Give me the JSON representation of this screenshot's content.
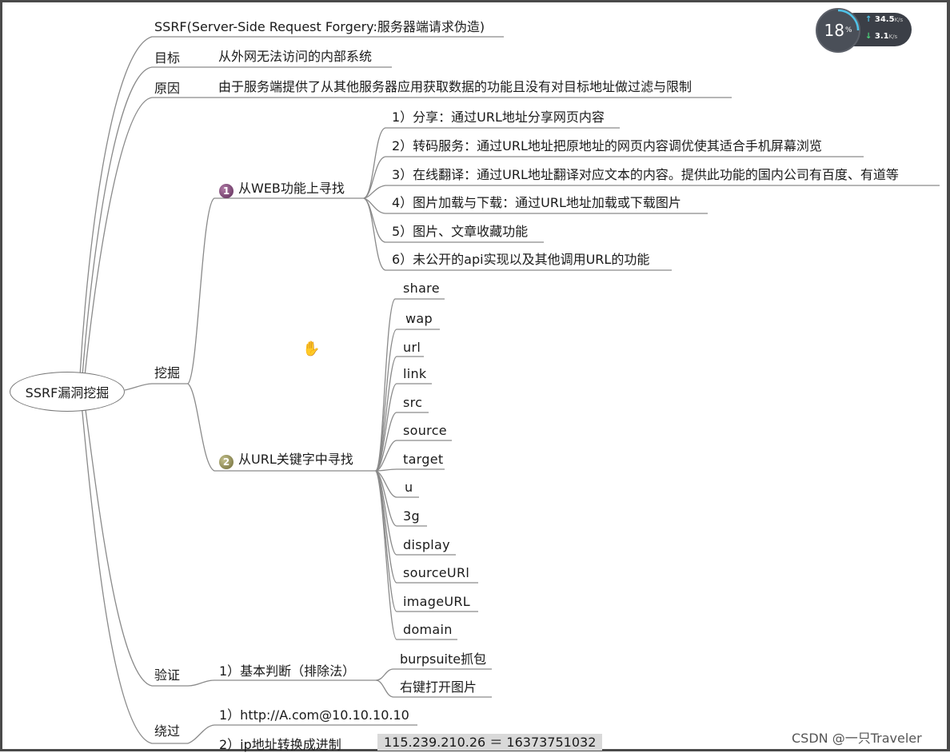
{
  "root": "SSRF漏洞挖掘",
  "top": {
    "definition": "SSRF(Server-Side Request Forgery:服务器端请求伪造)",
    "goal_label": "目标",
    "goal_text": "从外网无法访问的内部系统",
    "cause_label": "原因",
    "cause_text": "由于服务端提供了从其他服务器应用获取数据的功能且没有对目标地址做过滤与限制"
  },
  "mining": {
    "label": "挖掘",
    "web": {
      "marker": "1",
      "label": "从WEB功能上寻找",
      "items": [
        "1）分享：通过URL地址分享网页内容",
        "2）转码服务：通过URL地址把原地址的网页内容调优使其适合手机屏幕浏览",
        "3）在线翻译：通过URL地址翻译对应文本的内容。提供此功能的国内公司有百度、有道等",
        "4）图片加载与下载：通过URL地址加载或下载图片",
        "5）图片、文章收藏功能",
        "6）未公开的api实现以及其他调用URL的功能"
      ]
    },
    "url": {
      "marker": "2",
      "label": "从URL关键字中寻找",
      "keywords": [
        "share",
        "wap",
        "url",
        "link",
        "src",
        "source",
        "target",
        "u",
        "3g",
        "display",
        "sourceURl",
        "imageURL",
        "domain"
      ]
    }
  },
  "verify": {
    "label": "验证",
    "method": "1）基本判断（排除法）",
    "items": [
      "burpsuite抓包",
      "右键打开图片"
    ]
  },
  "bypass": {
    "label": "绕过",
    "item1": "1）http://A.com@10.10.10.10",
    "item2": "2）ip地址转换成进制",
    "item2_example": "115.239.210.26 ＝ 16373751032"
  },
  "widget": {
    "percent": "18",
    "percent_unit": "%",
    "up_speed": "34.5",
    "down_speed": "3.1",
    "speed_unit": "K/s"
  },
  "watermark": "CSDN @一只Traveler",
  "colors": {
    "line": "#8a8a8a",
    "widget_ring": "#4fc3e8",
    "highlight": "#d9d9d9"
  }
}
